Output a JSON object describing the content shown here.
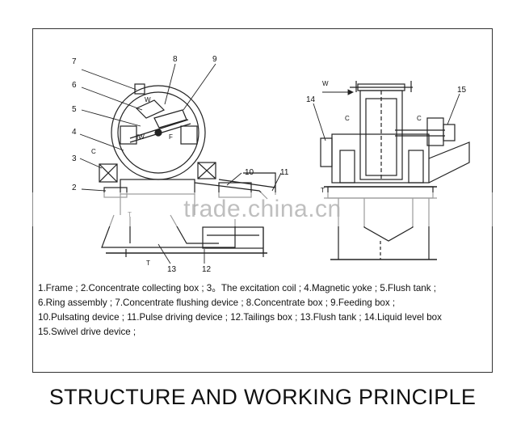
{
  "diagram": {
    "left_callouts": [
      "7",
      "8",
      "9",
      "6",
      "5",
      "4",
      "3",
      "2",
      "10",
      "11",
      "13",
      "12"
    ],
    "left_marks": {
      "w": "W",
      "iw": "IW",
      "f": "F",
      "c": "C",
      "t1": "T",
      "t2": "T"
    },
    "right_callouts": [
      "14",
      "15"
    ],
    "right_marks": {
      "w": "W",
      "c1": "C",
      "c2": "C",
      "t": "T"
    }
  },
  "legend": {
    "lines": [
      "1.Frame ; 2.Concentrate collecting box  ; 3。The excitation coil ; 4.Magnetic yoke ; 5.Flush tank ;",
      "6.Ring assembly ; 7.Concentrate flushing device ; 8.Concentrate box ; 9.Feeding box ;",
      "10.Pulsating device ; 11.Pulse driving device ; 12.Tailings box ; 13.Flush tank ; 14.Liquid level box",
      "15.Swivel drive device ;"
    ]
  },
  "title": "STRUCTURE AND WORKING PRINCIPLE",
  "watermark": "trade.china.cn"
}
